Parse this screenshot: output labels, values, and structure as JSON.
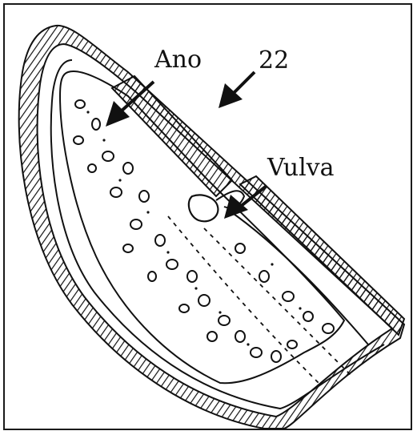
{
  "labels": {
    "ano": "Ano",
    "figure_number": "22",
    "vulva": "Vulva"
  },
  "colors": {
    "ink": "#111111",
    "paper": "#ffffff"
  }
}
